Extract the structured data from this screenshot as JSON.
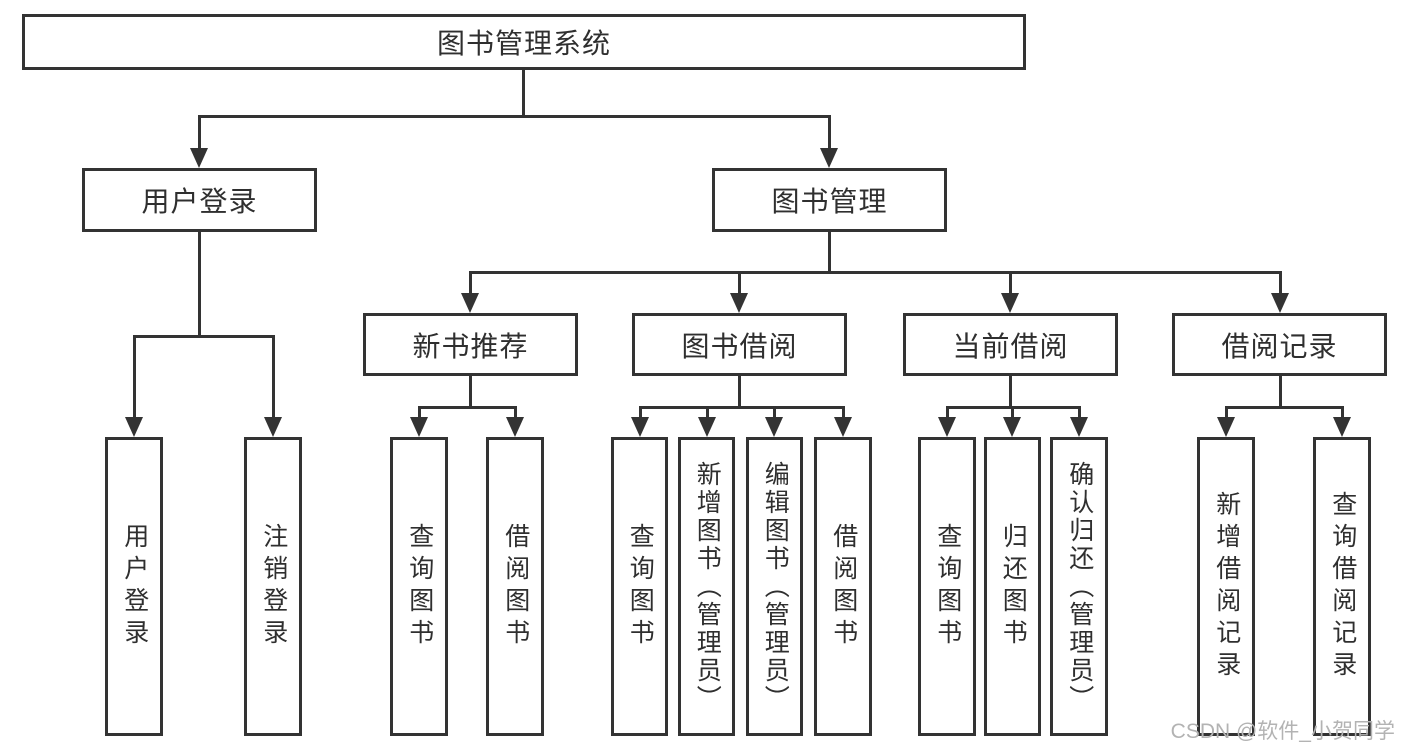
{
  "tree": {
    "root": {
      "label": "图书管理系统",
      "children": [
        {
          "label": "用户登录",
          "children": [
            {
              "label": "用户登录"
            },
            {
              "label": "注销登录"
            }
          ]
        },
        {
          "label": "图书管理",
          "children": [
            {
              "label": "新书推荐",
              "children": [
                {
                  "label": "查询图书"
                },
                {
                  "label": "借阅图书"
                }
              ]
            },
            {
              "label": "图书借阅",
              "children": [
                {
                  "label": "查询图书"
                },
                {
                  "label": "新增图书（管理员）"
                },
                {
                  "label": "编辑图书（管理员）"
                },
                {
                  "label": "借阅图书"
                }
              ]
            },
            {
              "label": "当前借阅",
              "children": [
                {
                  "label": "查询图书"
                },
                {
                  "label": "归还图书"
                },
                {
                  "label": "确认归还（管理员）"
                }
              ]
            },
            {
              "label": "借阅记录",
              "children": [
                {
                  "label": "新增借阅记录"
                },
                {
                  "label": "查询借阅记录"
                }
              ]
            }
          ]
        }
      ]
    }
  },
  "watermark": "CSDN @软件_小贺同学",
  "colors": {
    "line": "#333333",
    "text": "#2f2f2f",
    "watermark": "#b3b3b3",
    "background": "#ffffff"
  }
}
